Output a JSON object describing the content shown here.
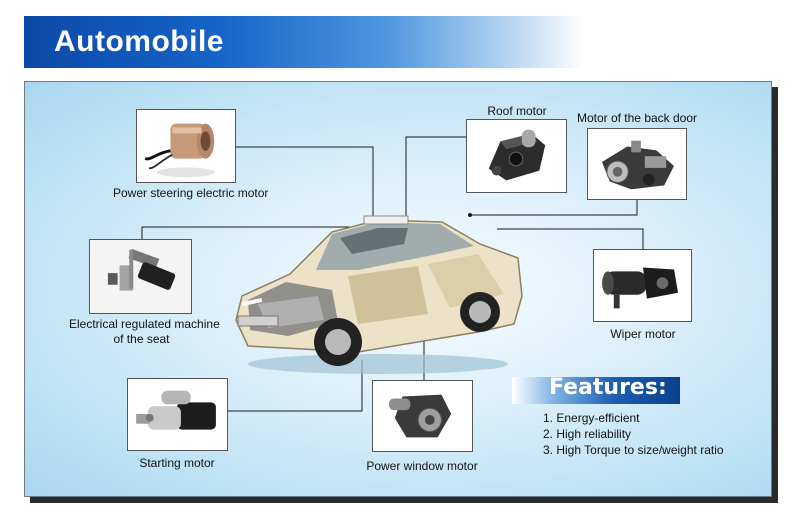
{
  "title": "Automobile",
  "components": {
    "power_steering": "Power steering electric motor",
    "roof_motor": "Roof motor",
    "back_door": "Motor of the back door",
    "seat_line1": "Electrical regulated machine",
    "seat_line2": "of the seat",
    "wiper": "Wiper motor",
    "starting": "Starting motor",
    "power_window": "Power window motor"
  },
  "features": {
    "heading": "Features:",
    "items": [
      "1. Energy-efficient",
      "2. High reliability",
      "3. High Torque to size/weight ratio"
    ]
  },
  "colors": {
    "banner": "#0b49a8",
    "panel": "#bfe2f5",
    "features_tag": "#1d5fb3"
  }
}
